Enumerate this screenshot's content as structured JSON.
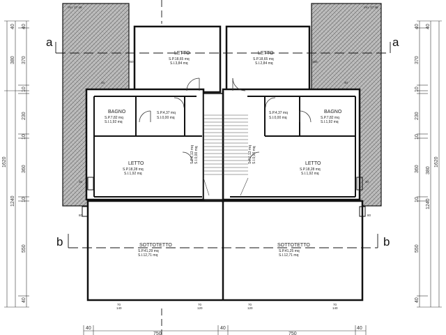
{
  "section_marks": {
    "a": "a",
    "b": "b"
  },
  "rooms": {
    "letto_top_left": {
      "name": "LETTO",
      "sp": "S.P.18,65 mq",
      "si": "S.I.3,84 mq"
    },
    "letto_top_right": {
      "name": "LETTO",
      "sp": "S.P.18,65 mq",
      "si": "S.I.2,84 mq"
    },
    "bagno_left": {
      "name": "BAGNO",
      "sp": "S.P.7,82 mq",
      "si": "S.I.1,92 mq"
    },
    "bagno_right": {
      "name": "BAGNO",
      "sp": "S.P.7,82 mq",
      "si": "S.I.1,92 mq"
    },
    "disimpegno_left": {
      "sp": "S.P.4,37 mq",
      "si": "S.I.0,00 mq"
    },
    "disimpegno_right": {
      "sp": "S.P.4,37 mq",
      "si": "S.I.0,00 mq"
    },
    "letto_mid_left": {
      "name": "LETTO",
      "sp": "S.P.18,28 mq",
      "si": "S.I.1,92 mq"
    },
    "letto_mid_right": {
      "name": "LETTO",
      "sp": "S.P.18,28 mq",
      "si": "S.I.1,92 mq"
    },
    "stair_left": {
      "sp": "S.P.6,13 mq",
      "si": "S.I.0,00 mq"
    },
    "stair_right": {
      "sp": "S.P.6,13 mq",
      "si": "S.I.0,00 mq"
    },
    "sottotetto_left": {
      "name": "SOTTOTETTO",
      "sp": "S.P.41,29 mq",
      "si": "S.I.12,71 mq"
    },
    "sottotetto_right": {
      "name": "SOTTOTETTO",
      "sp": "S.P.41,25 mq",
      "si": "S.I.12,71 mq"
    }
  },
  "terrace_labels": {
    "left": "Vm. 27.46",
    "right": "Vm. 27.46"
  },
  "small_labels": {
    "left_350": "350",
    "right_350": "350",
    "left_40_a": "40",
    "right_40_a": "40",
    "left_80": "80",
    "right_80": "80",
    "left_30": "30",
    "right_30": "30"
  },
  "door_labels": {
    "d1": "70",
    "d1b": "140",
    "d2": "70",
    "d2b": "120",
    "d3": "70",
    "d3b": "120",
    "d4": "70",
    "d4b": "140"
  },
  "dims_left_outer": {
    "total": "1620",
    "lower": "1240",
    "top_40": "40",
    "d380": "380"
  },
  "dims_left_inner": {
    "d40a": "40",
    "d370": "370",
    "d10a": "10",
    "d10b": "10",
    "d230": "230",
    "d10c": "10",
    "d360": "360",
    "d10d": "10",
    "d550": "550",
    "d40b": "40"
  },
  "dims_right_inner": {
    "d40a": "40",
    "d370": "370",
    "d10a": "10",
    "d10b": "10",
    "d230": "230",
    "d10c": "10",
    "d360": "360",
    "d10d": "10",
    "d550": "550",
    "d40b": "40"
  },
  "dims_right_outer": {
    "total": "1620",
    "top_40": "40",
    "d380": "380",
    "d1240": "1240"
  },
  "dims_bottom": {
    "left_40": "40",
    "left_750": "750",
    "mid_40": "40",
    "right_750": "750",
    "right_40": "40"
  }
}
